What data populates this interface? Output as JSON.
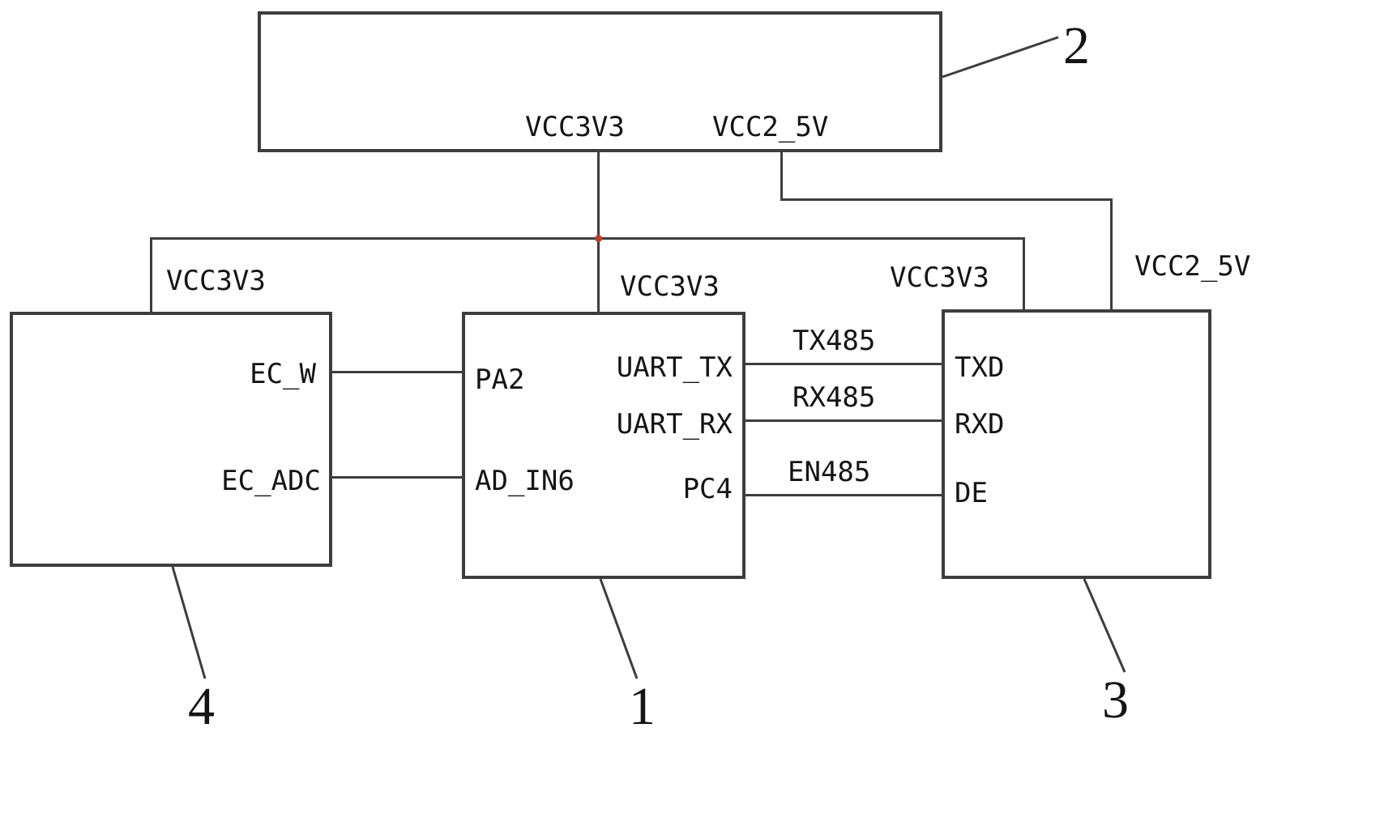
{
  "blocks": {
    "power": {
      "ref_label": "2",
      "pin_vcc3v3": "VCC3V3",
      "pin_vcc2_5v": "VCC2_5V"
    },
    "mcu": {
      "ref_label": "1",
      "pin_pa2": "PA2",
      "pin_ad_in6": "AD_IN6",
      "pin_uart_tx": "UART_TX",
      "pin_uart_rx": "UART_RX",
      "pin_pc4": "PC4"
    },
    "transceiver": {
      "ref_label": "3",
      "pin_txd": "TXD",
      "pin_rxd": "RXD",
      "pin_de": "DE"
    },
    "sensor": {
      "ref_label": "4",
      "pin_ec_w": "EC_W",
      "pin_ec_adc": "EC_ADC"
    }
  },
  "rail_labels": {
    "vcc3v3_left": "VCC3V3",
    "vcc3v3_mid": "VCC3V3",
    "vcc3v3_right": "VCC3V3",
    "vcc2_5v_right": "VCC2_5V"
  },
  "net_labels": {
    "tx485": "TX485",
    "rx485": "RX485",
    "en485": "EN485"
  },
  "connections": [
    {
      "net": "VCC3V3",
      "from": "block-2",
      "to": [
        "block-1",
        "block-4",
        "block-3"
      ]
    },
    {
      "net": "VCC2_5V",
      "from": "block-2",
      "to": [
        "block-3"
      ]
    },
    {
      "net": "EC_W",
      "from": "block-4.EC_W",
      "to": "block-1.PA2"
    },
    {
      "net": "EC_ADC",
      "from": "block-4.EC_ADC",
      "to": "block-1.AD_IN6"
    },
    {
      "net": "TX485",
      "from": "block-1.UART_TX",
      "to": "block-3.TXD"
    },
    {
      "net": "RX485",
      "from": "block-1.UART_RX",
      "to": "block-3.RXD"
    },
    {
      "net": "EN485",
      "from": "block-1.PC4",
      "to": "block-3.DE"
    }
  ],
  "colors": {
    "line": "#3d3d3d",
    "text": "#141414",
    "background": "#ffffff",
    "junction_dot": "#c23b2a"
  }
}
